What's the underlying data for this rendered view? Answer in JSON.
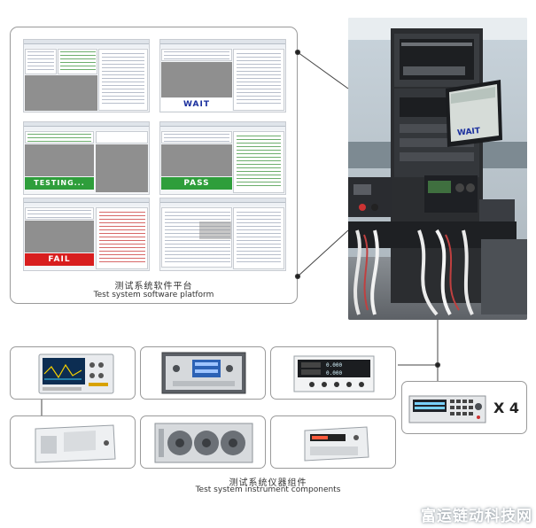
{
  "software_panel": {
    "title_zh": "测试系统软件平台",
    "title_en": "Test system software platform",
    "screens": [
      {
        "status": ""
      },
      {
        "status": "WAIT"
      },
      {
        "status": "TESTING..."
      },
      {
        "status": "PASS"
      },
      {
        "status": "FAIL"
      },
      {
        "status": ""
      }
    ]
  },
  "photo": {
    "monitor_status": "WAIT"
  },
  "instruments": {
    "title_zh": "测试系统仪器组件",
    "title_en": "Test system instrument components",
    "multiplier": "X 4",
    "meter_readings": [
      "0.000",
      "0.000"
    ]
  },
  "colors": {
    "pass_green": "#2e9e3b",
    "fail_red": "#d81e1e",
    "wait_blue": "#1a2f9e",
    "panel_border": "#9a9a9a"
  },
  "watermark": "富运链动科技网"
}
